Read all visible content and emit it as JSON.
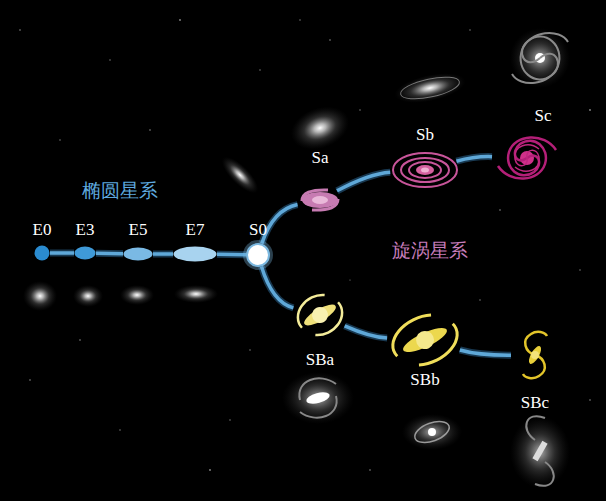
{
  "diagram": {
    "nodes": [
      {
        "text": [
          "E0"
        ]
      },
      {
        "text": [
          "E3"
        ]
      },
      {
        "text": [
          "E5"
        ]
      },
      {
        "text": [
          "E7"
        ]
      },
      {
        "text": [
          "S0"
        ]
      },
      {
        "text": [
          "Sa"
        ]
      },
      {
        "text": [
          "Sb"
        ]
      },
      {
        "text": [
          "Sc"
        ]
      },
      {
        "text": [
          "SBa"
        ]
      },
      {
        "text": [
          "SBb"
        ]
      },
      {
        "text": [
          "SBc"
        ]
      }
    ],
    "edges": [
      {
        "from": 0,
        "to": 1,
        "arrow": "none"
      },
      {
        "from": 1,
        "to": 2,
        "arrow": "none"
      },
      {
        "from": 2,
        "to": 3,
        "arrow": "none"
      },
      {
        "from": 3,
        "to": 4,
        "arrow": "none"
      },
      {
        "from": 4,
        "to": 5,
        "arrow": "none"
      },
      {
        "from": 5,
        "to": 6,
        "arrow": "none"
      },
      {
        "from": 6,
        "to": 7,
        "arrow": "none"
      },
      {
        "from": 4,
        "to": 8,
        "arrow": "none"
      },
      {
        "from": 8,
        "to": 9,
        "arrow": "none"
      },
      {
        "from": 9,
        "to": 10,
        "arrow": "none"
      }
    ],
    "labels": [
      "椭圆星系",
      "旋涡星系"
    ]
  }
}
